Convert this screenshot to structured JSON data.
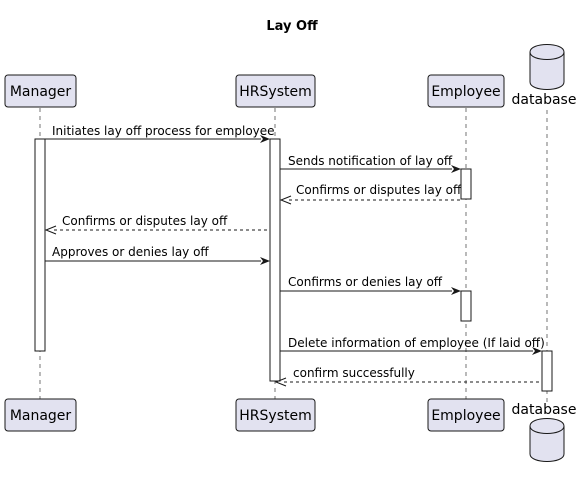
{
  "title": "Lay Off",
  "colors": {
    "participant_fill": "#E2E2F0",
    "stroke": "#181818",
    "activation_fill": "#FFFFFF"
  },
  "participants": [
    {
      "id": "manager",
      "label": "Manager",
      "kind": "box"
    },
    {
      "id": "hrsystem",
      "label": "HRSystem",
      "kind": "box"
    },
    {
      "id": "employee",
      "label": "Employee",
      "kind": "box"
    },
    {
      "id": "database",
      "label": "database",
      "kind": "database"
    }
  ],
  "messages": [
    {
      "from": "manager",
      "to": "hrsystem",
      "label": "Initiates lay off process for employee",
      "style": "solid"
    },
    {
      "from": "hrsystem",
      "to": "employee",
      "label": "Sends notification of lay off",
      "style": "solid"
    },
    {
      "from": "employee",
      "to": "hrsystem",
      "label": "Confirms or disputes lay off",
      "style": "dashed"
    },
    {
      "from": "hrsystem",
      "to": "manager",
      "label": "Confirms or disputes lay off",
      "style": "dashed"
    },
    {
      "from": "manager",
      "to": "hrsystem",
      "label": "Approves or denies lay off",
      "style": "solid"
    },
    {
      "from": "hrsystem",
      "to": "employee",
      "label": "Confirms or denies lay off",
      "style": "solid"
    },
    {
      "from": "hrsystem",
      "to": "database",
      "label": "Delete information of employee (If laid off)",
      "style": "solid"
    },
    {
      "from": "database",
      "to": "hrsystem",
      "label": "confirm successfully",
      "style": "dashed"
    }
  ]
}
